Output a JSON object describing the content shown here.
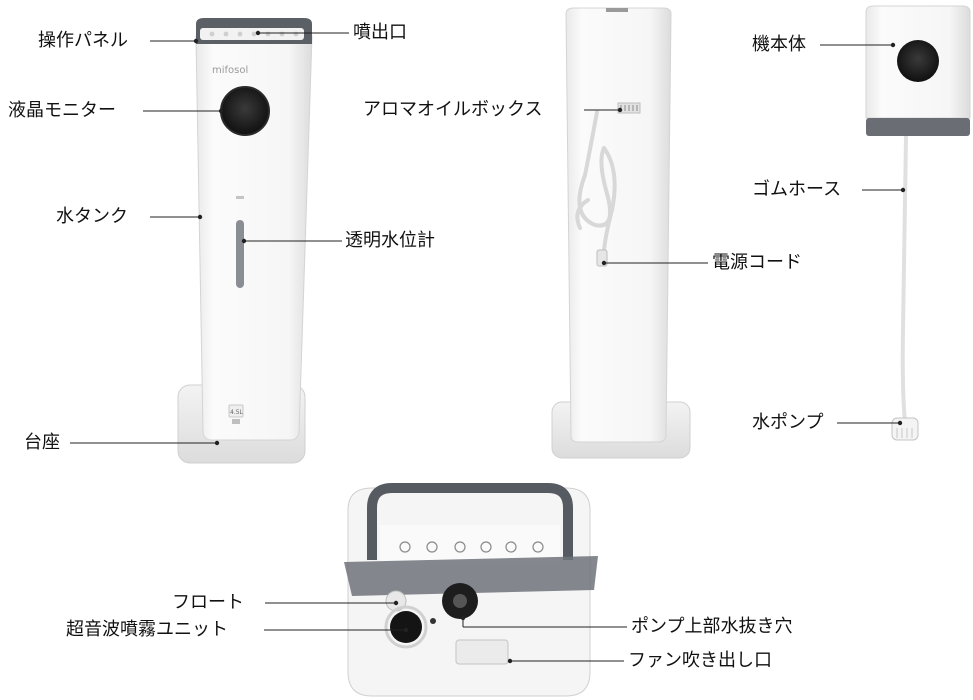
{
  "labels": {
    "control_panel": "操作パネル",
    "mist_outlet": "噴出口",
    "lcd_monitor": "液晶モニター",
    "water_tank": "水タンク",
    "water_gauge": "透明水位計",
    "base": "台座",
    "aroma_box": "アロマオイルボックス",
    "power_cord": "電源コード",
    "main_body": "機本体",
    "rubber_hose": "ゴムホース",
    "water_pump": "水ポンプ",
    "float": "フロート",
    "ultrasonic_unit": "超音波噴霧ユニット",
    "pump_drain_hole": "ポンプ上部水抜き穴",
    "fan_outlet": "ファン吹き出し口"
  },
  "device": {
    "brand": "mifosol",
    "capacity_badge": "4.5L"
  }
}
